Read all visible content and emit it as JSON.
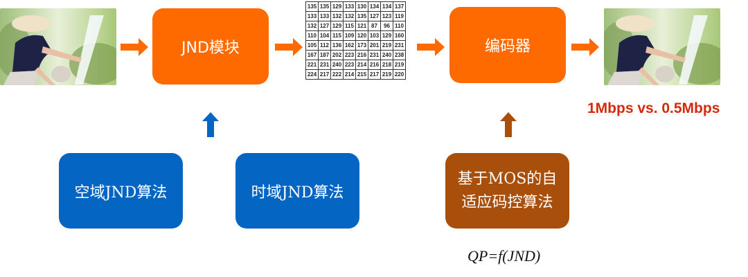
{
  "colors": {
    "orange_box": "#ff6a00",
    "orange_arrow": "#ff6a00",
    "blue_box": "#0565c2",
    "blue_arrow": "#0565c2",
    "brown_box": "#a84f0c",
    "brown_arrow": "#a84f0c",
    "bitrate_text": "#d42a0b"
  },
  "pipeline": {
    "input_image": {
      "label": "input-frame",
      "description": "woman in sun hat with water fountain"
    },
    "jnd_module": {
      "label": "JND模块"
    },
    "jnd_matrix": {
      "rows": [
        [
          135,
          135,
          129,
          133,
          130,
          134,
          134,
          137
        ],
        [
          133,
          133,
          132,
          132,
          135,
          127,
          123,
          119
        ],
        [
          132,
          127,
          129,
          115,
          121,
          87,
          96,
          110
        ],
        [
          110,
          104,
          115,
          109,
          120,
          103,
          129,
          160
        ],
        [
          105,
          112,
          136,
          162,
          173,
          201,
          219,
          231
        ],
        [
          167,
          187,
          202,
          223,
          216,
          231,
          240,
          238
        ],
        [
          221,
          231,
          240,
          223,
          214,
          216,
          218,
          219
        ],
        [
          224,
          217,
          222,
          214,
          215,
          217,
          219,
          220
        ]
      ]
    },
    "encoder": {
      "label": "编码器"
    },
    "output_image": {
      "label": "output-frame",
      "description": "woman in sun hat with water fountain"
    },
    "bitrate_comparison": "1Mbps vs. 0.5Mbps"
  },
  "inputs": {
    "spatial_jnd": {
      "label": "空域JND算法"
    },
    "temporal_jnd": {
      "label": "时域JND算法"
    },
    "mos_rate_control": {
      "line1": "基于MOS的自",
      "line2": "适应码控算法"
    }
  },
  "formula": "QP=f(JND)"
}
